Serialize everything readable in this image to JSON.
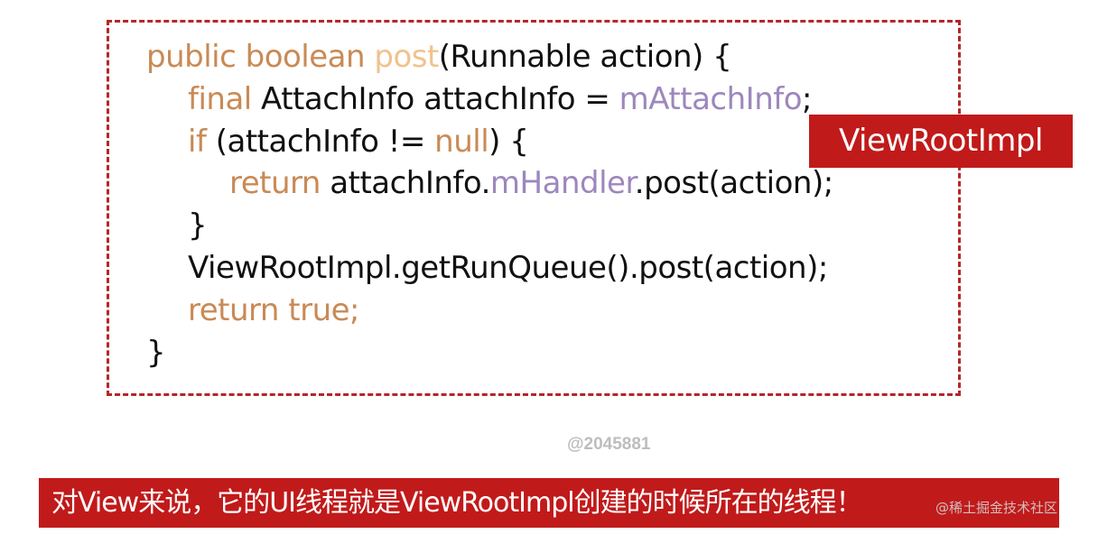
{
  "code": {
    "l1": {
      "kw": "public boolean ",
      "fn": "post",
      "rest": "(Runnable action) {"
    },
    "l2": {
      "kw": "final",
      "rest": " AttachInfo attachInfo = ",
      "fld": "mAttachInfo",
      "end": ";"
    },
    "l3": {
      "kw": "if",
      "mid": " (attachInfo != ",
      "kw2": "null",
      "end": ") {"
    },
    "l4": {
      "kw": "return",
      "mid": " attachInfo.",
      "fld": "mHandler",
      "end": ".post(action);"
    },
    "l5": "}",
    "l6": "ViewRootImpl.getRunQueue().post(action);",
    "l7": "return true;",
    "l8": "}"
  },
  "tag": "ViewRootImpl",
  "watermark": "@2045881",
  "banner": "对View来说，它的UI线程就是ViewRootImpl创建的时候所在的线程！",
  "site_watermark": "@稀土掘金技术社区"
}
